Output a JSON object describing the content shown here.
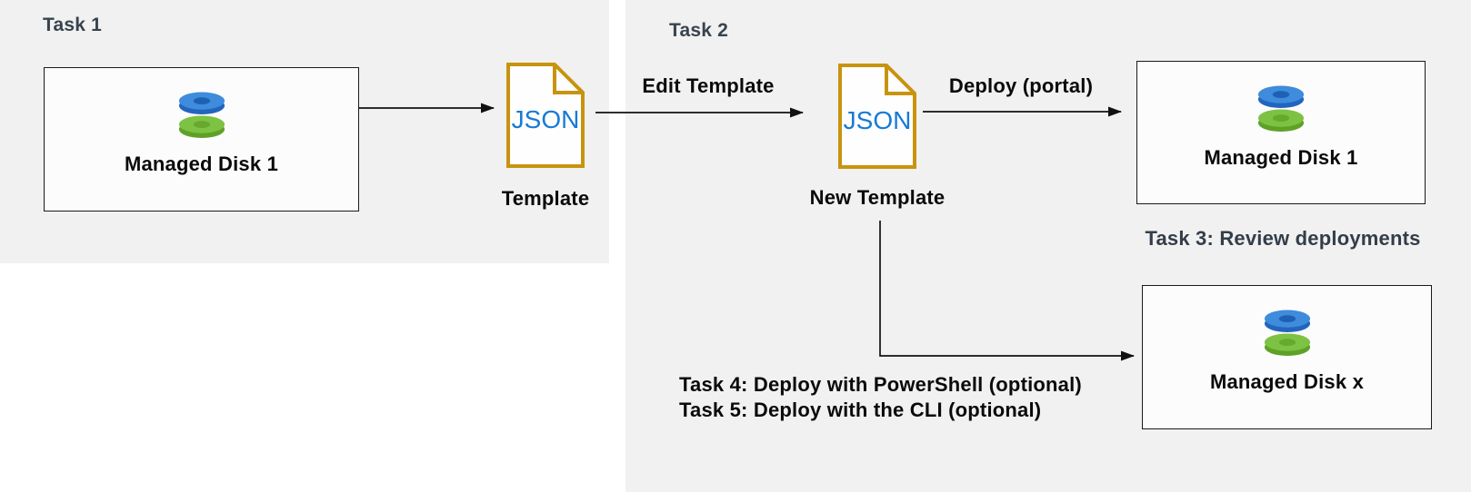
{
  "colors": {
    "panel_background": "#F1F1F1",
    "canvas_background": "#FFFFFF",
    "box_fill": "#FCFCFC",
    "box_border": "#1A1A1A",
    "task_title_text": "#39434D",
    "label_text": "#0A0A0A",
    "task3_note_text": "#333E49",
    "json_file_outline": "#C8930F",
    "json_text_blue": "#187AD5",
    "disk_blue_top": "#3E8CDB",
    "disk_blue_side": "#2365BE",
    "disk_blue_hole": "#1E60B4",
    "disk_green_top": "#7DC243",
    "disk_green_side": "#5FA128",
    "disk_green_hole": "#67A82F",
    "arrow_stroke": "#111111"
  },
  "task1": {
    "title": "Task 1",
    "disk_box_label": "Managed Disk 1"
  },
  "template_file": {
    "file_type_text": "JSON",
    "caption": "Template"
  },
  "task2": {
    "title": "Task 2",
    "edit_arrow_label": "Edit Template",
    "new_template_file": {
      "file_type_text": "JSON",
      "caption": "New Template"
    },
    "deploy_arrow_label": "Deploy (portal)",
    "deployed_disk_box_label": "Managed Disk 1",
    "disk_x_box_label": "Managed Disk x"
  },
  "notes": {
    "task3": "Task 3: Review deployments",
    "task4": "Task 4: Deploy with PowerShell (optional)",
    "task5": "Task 5: Deploy with the CLI (optional)"
  }
}
